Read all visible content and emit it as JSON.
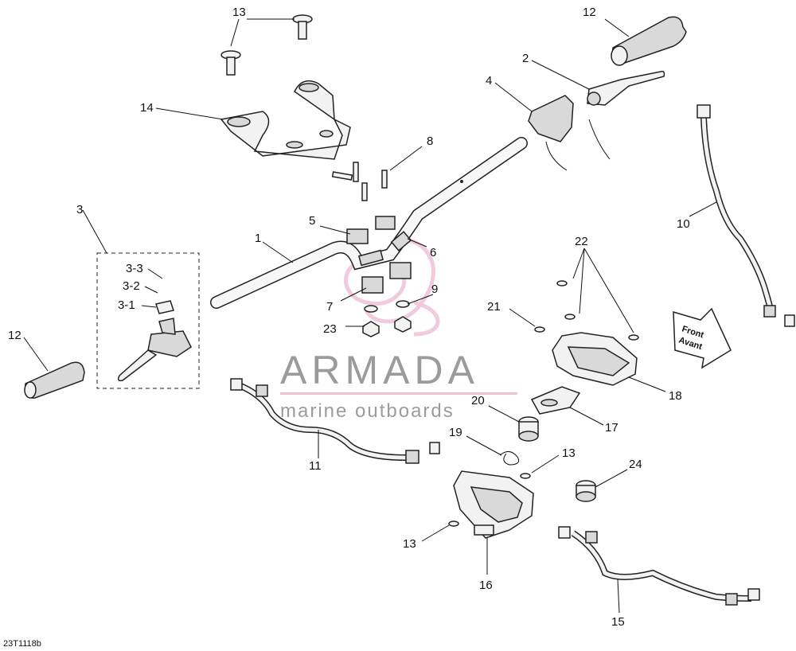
{
  "diagram_code": "23T1118b",
  "front_arrow": {
    "line1": "Front",
    "line2": "Avant"
  },
  "watermark": {
    "brand": "ARMADA",
    "tagline": "marine outboards",
    "logo_color": "#e7a6c6",
    "text_color": "#7a7a7a"
  },
  "callouts": {
    "c1": "1",
    "c2": "2",
    "c3": "3",
    "c3_1": "3-1",
    "c3_2": "3-2",
    "c3_3": "3-3",
    "c4": "4",
    "c5": "5",
    "c6": "6",
    "c7": "7",
    "c8": "8",
    "c9": "9",
    "c10": "10",
    "c11": "11",
    "c12_top": "12",
    "c12_left": "12",
    "c13_top": "13",
    "c13_mid": "13",
    "c13_low": "13",
    "c14": "14",
    "c15": "15",
    "c16": "16",
    "c17": "17",
    "c18": "18",
    "c19": "19",
    "c20": "20",
    "c21": "21",
    "c22": "22",
    "c23": "23",
    "c24": "24"
  }
}
